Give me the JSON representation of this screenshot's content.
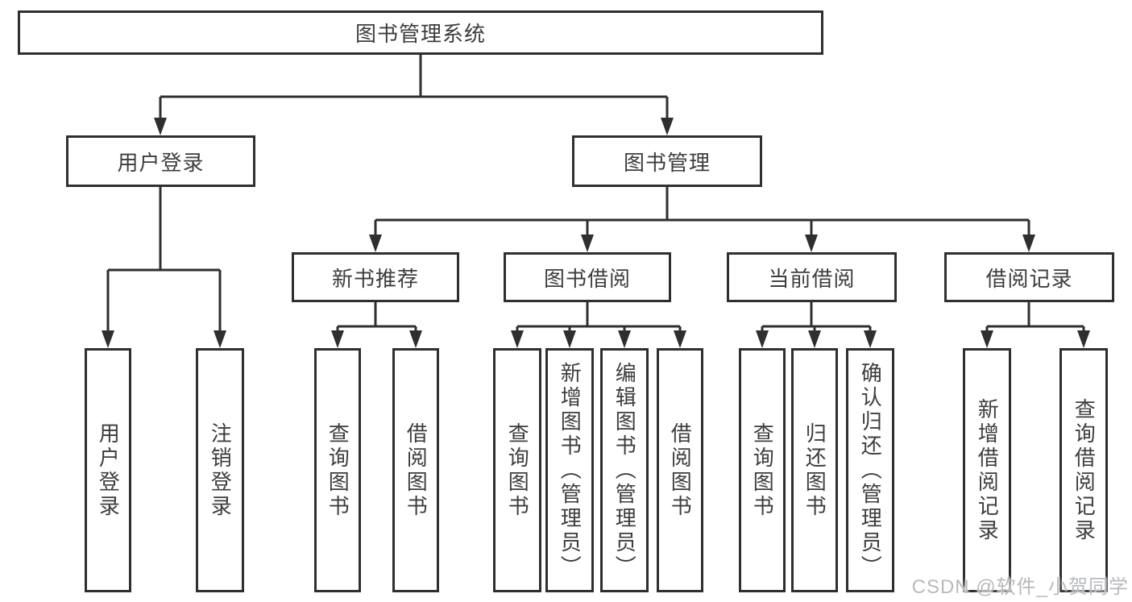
{
  "diagram": {
    "type": "hierarchy-tree",
    "orientation": "top-down",
    "colors": {
      "line": "#2f2f2f",
      "box_border": "#2f2f2f",
      "box_fill": "#ffffff",
      "text": "#3d3d3d",
      "watermark": "#b7babd"
    }
  },
  "tree": {
    "label": "图书管理系统",
    "children": [
      {
        "label": "用户登录",
        "children": [
          {
            "label": "用户登录"
          },
          {
            "label": "注销登录"
          }
        ]
      },
      {
        "label": "图书管理",
        "children": [
          {
            "label": "新书推荐",
            "children": [
              {
                "label": "查询图书"
              },
              {
                "label": "借阅图书"
              }
            ]
          },
          {
            "label": "图书借阅",
            "children": [
              {
                "label": "查询图书"
              },
              {
                "label": "新增图书（管理员）"
              },
              {
                "label": "编辑图书（管理员）"
              },
              {
                "label": "借阅图书"
              }
            ]
          },
          {
            "label": "当前借阅",
            "children": [
              {
                "label": "查询图书"
              },
              {
                "label": "归还图书"
              },
              {
                "label": "确认归还（管理员）"
              }
            ]
          },
          {
            "label": "借阅记录",
            "children": [
              {
                "label": "新增借阅记录"
              },
              {
                "label": "查询借阅记录"
              }
            ]
          }
        ]
      }
    ]
  },
  "watermark": {
    "text": "CSDN @软件_小贺同学"
  }
}
